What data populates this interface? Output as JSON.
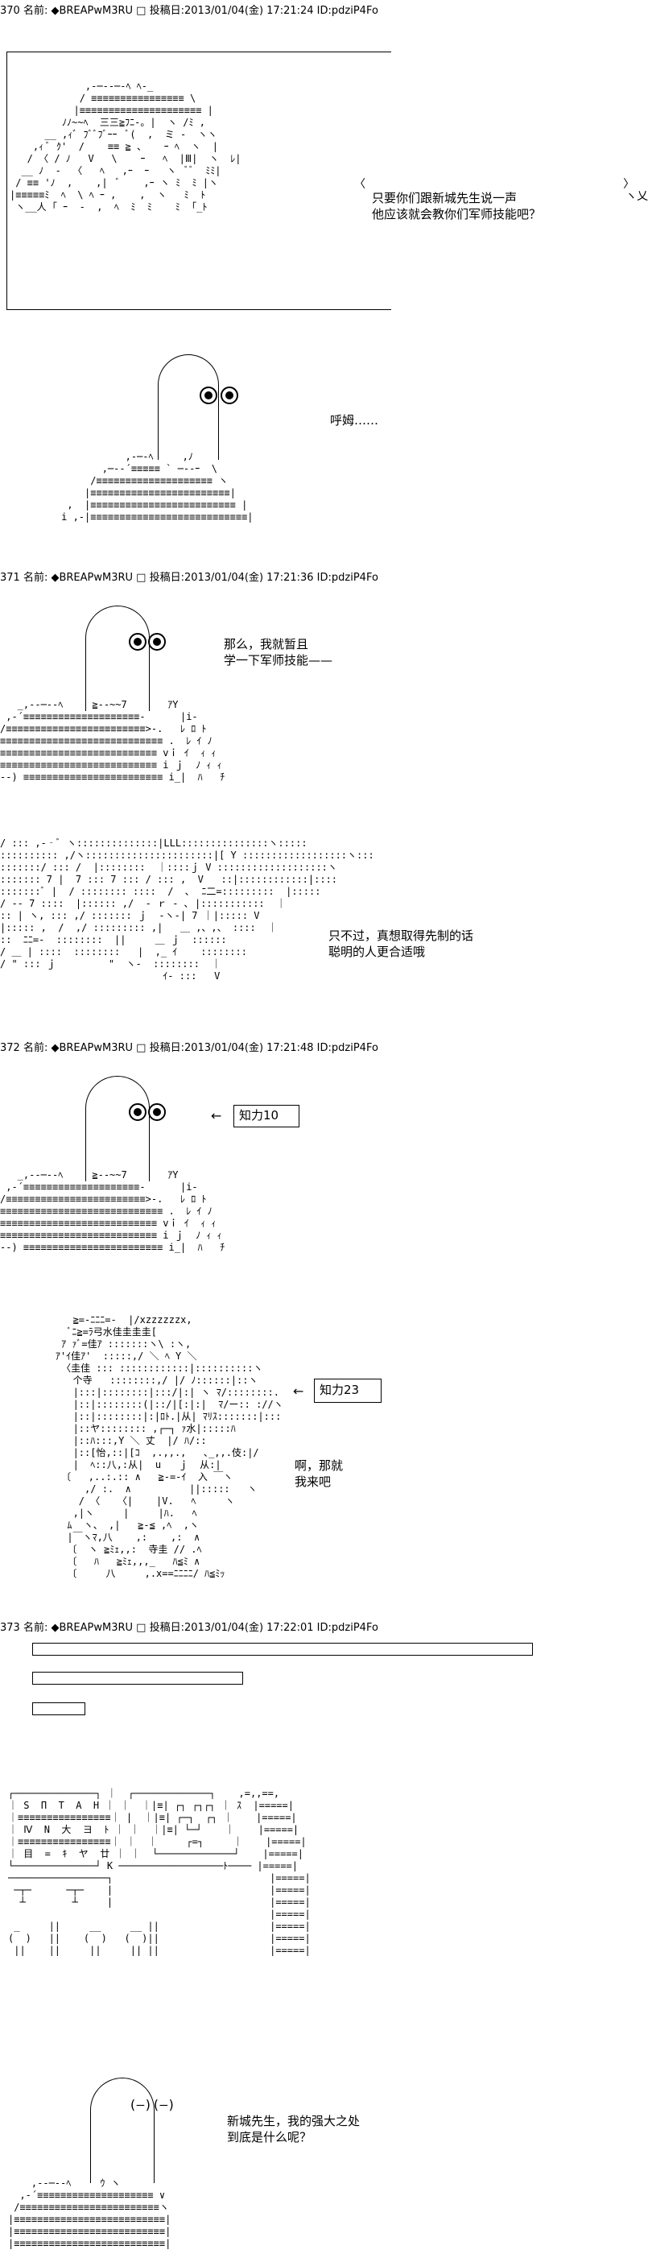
{
  "posts": [
    {
      "header": "370 名前: ◆BREAPwM3RU □ 投稿日:2013/01/04(金) 17:21:24 ID:pdziP4Fo"
    },
    {
      "header": "371 名前: ◆BREAPwM3RU □ 投稿日:2013/01/04(金) 17:21:36 ID:pdziP4Fo"
    },
    {
      "header": "372 名前: ◆BREAPwM3RU □ 投稿日:2013/01/04(金) 17:21:48 ID:pdziP4Fo"
    },
    {
      "header": "373 名前: ◆BREAPwM3RU □ 投稿日:2013/01/04(金) 17:22:01 ID:pdziP4Fo"
    }
  ],
  "dialogue": {
    "speech_1_line1": "只要你们跟新城先生说一声",
    "speech_1_line2": "他应该就会教你们军师技能吧？",
    "speech_2": "呼姆……",
    "speech_3_line1": "那么，我就暂且",
    "speech_3_line2": "学一下军师技能——",
    "speech_4_line1": "只不过，真想取得先制的话",
    "speech_4_line2": "聪明的人更合适哦",
    "stat_1": "知力10",
    "stat_2": "知力23",
    "speech_5_line1": "啊，那就",
    "speech_5_line2": "我来吧",
    "speech_6_line1": "新城先生，我的强大之处",
    "speech_6_line2": "到底是什么呢？"
  },
  "arrows": {
    "left_arrow": "←"
  }
}
